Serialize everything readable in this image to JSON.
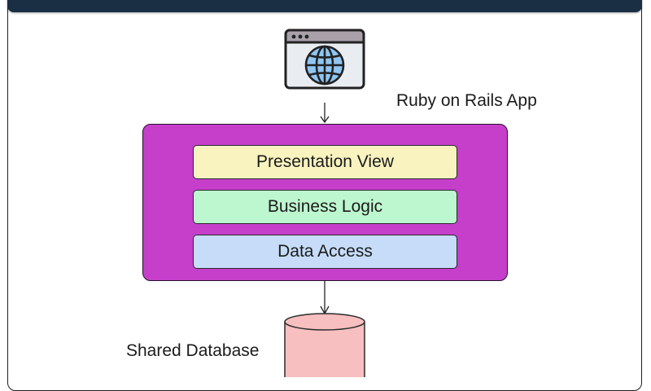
{
  "diagram": {
    "title_bar_color": "#1a2e44",
    "client": {
      "icon": "browser-globe-icon",
      "colors": {
        "titlebar": "#a9a0aa",
        "window": "#e9edf2",
        "globe": "#8fc6f2"
      }
    },
    "app": {
      "label": "Ruby on Rails App",
      "color": "#c53fcb",
      "layers": [
        {
          "label": "Presentation View",
          "color": "#f8f3bf"
        },
        {
          "label": "Business Logic",
          "color": "#bdf7cf"
        },
        {
          "label": "Data Access",
          "color": "#c6dcf8"
        }
      ]
    },
    "database": {
      "label": "Shared Database",
      "icon": "database-cylinder-icon",
      "color": "#f7bfbf"
    },
    "edges": [
      {
        "from": "client",
        "to": "app"
      },
      {
        "from": "app",
        "to": "database"
      }
    ]
  }
}
